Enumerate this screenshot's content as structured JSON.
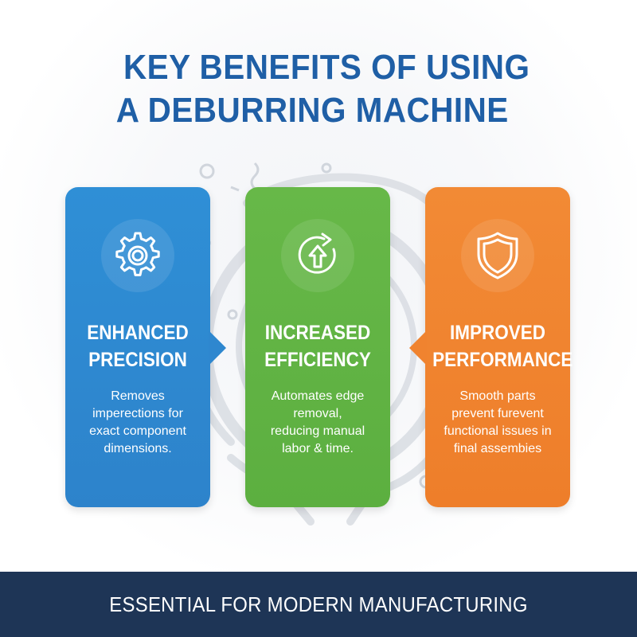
{
  "header": {
    "title_line_1": "KEY BENEFITS OF USING",
    "title_line_2": "A DEBURRING MACHINE"
  },
  "cards": [
    {
      "icon": "gear-icon",
      "color": "#2f8fd6",
      "title_line_1": "ENHANCED",
      "title_line_2": "PRECISION",
      "desc_lines": [
        "Removes",
        "imperections for",
        "exact component",
        "dimensions."
      ]
    },
    {
      "icon": "refresh-arrow-icon",
      "color": "#67b848",
      "title_line_1": "INCREASED",
      "title_line_2": "EFFICIENCY",
      "desc_lines": [
        "Automates edge",
        "removal,",
        "reducing manual",
        "labor & time."
      ]
    },
    {
      "icon": "shield-icon",
      "color": "#f28a35",
      "title_line_1": "IMPROVED",
      "title_line_2": "PERFORMANCE",
      "desc_lines": [
        "Smooth parts",
        "prevent furevent",
        "functional issues in",
        "final assembies"
      ]
    }
  ],
  "footer": {
    "text": "ESSENTIAL FOR MODERN MANUFACTURING",
    "background": "#1e3556"
  },
  "colors": {
    "title": "#1f5fa6",
    "blue": "#2f8fd6",
    "green": "#67b848",
    "orange": "#f28a35"
  }
}
